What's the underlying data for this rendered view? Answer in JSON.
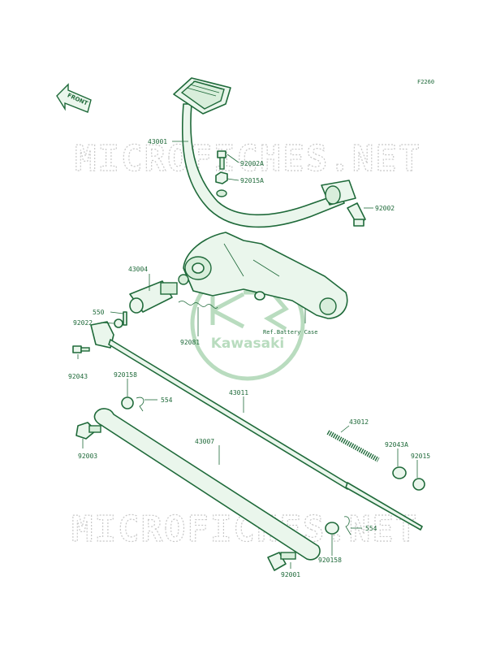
{
  "diagram_code": "F2260",
  "front_arrow_label": "FRONT",
  "watermark": "MICROFICHES.NET",
  "logo_text": "Kawasaki",
  "reference_note": "Ref.Battery Case",
  "parts": {
    "pedal": "43001",
    "bolt_top": "92002A",
    "nut_top": "92015A",
    "pivot_bolt": "92002",
    "lever": "43004",
    "pin": "550",
    "washer": "92022",
    "spring": "92081",
    "bolt_small": "92043",
    "collar_left": "920158",
    "clip_left": "554",
    "rod": "43011",
    "spring_rod": "43012",
    "bolt_rear": "92003",
    "link": "43007",
    "collar_b": "92043A",
    "nut_rod": "92015",
    "clip_right": "554",
    "collar_right": "920158",
    "bolt_bottom": "92001"
  }
}
